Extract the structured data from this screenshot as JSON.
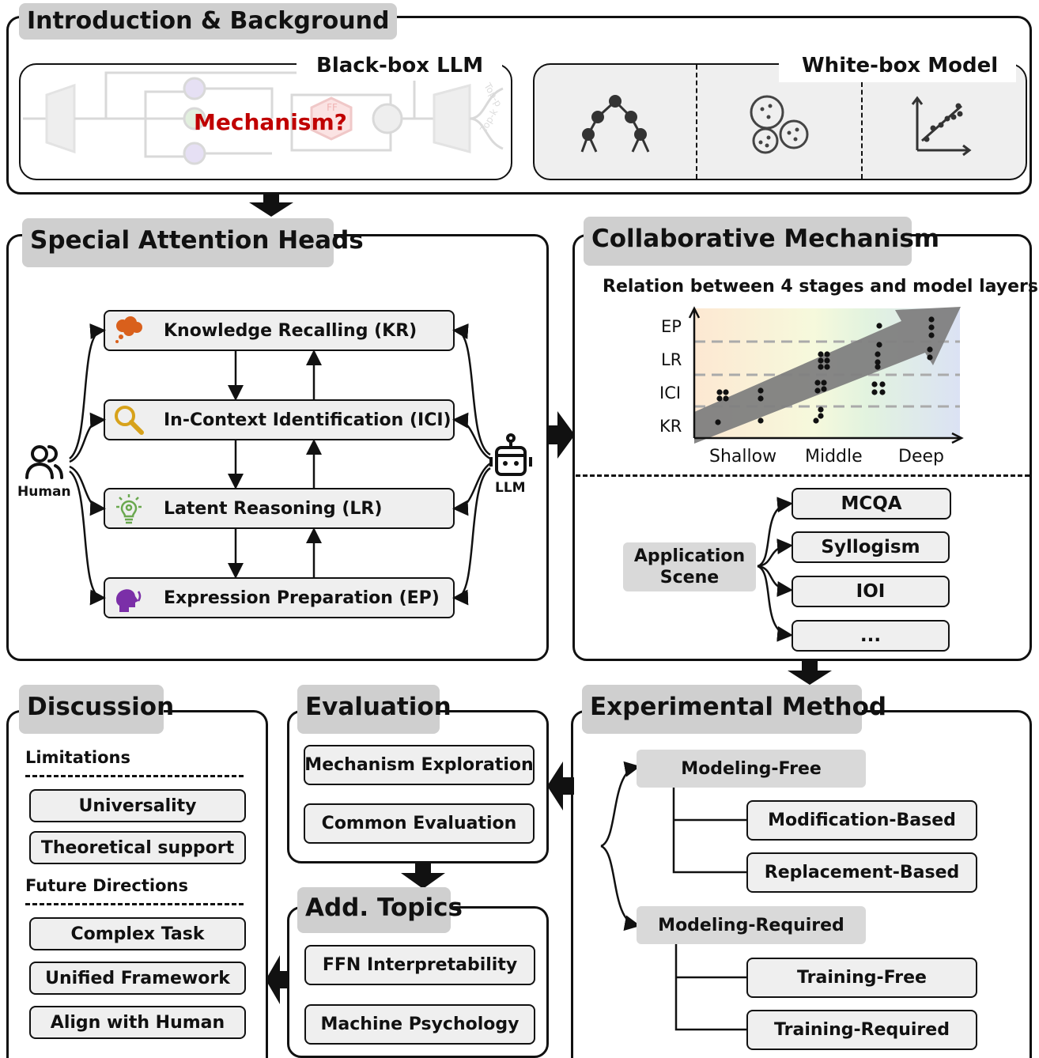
{
  "intro": {
    "title": "Introduction & Background",
    "blackbox_title": "Black-box LLM",
    "blackbox_question": "Mechanism?",
    "blackbox_faded": [
      "FF",
      "Top-p",
      "Top-k"
    ],
    "whitebox_title": "White-box Model",
    "whitebox_icons": [
      "decision-tree-icon",
      "clusters-icon",
      "regression-icon"
    ]
  },
  "heads": {
    "title": "Special Attention Heads",
    "items": [
      {
        "label": "Knowledge Recalling (KR)",
        "icon": "thought-bubble-icon",
        "color": "#d9601c"
      },
      {
        "label": "In-Context Identification (ICI)",
        "icon": "magnifier-icon",
        "color": "#d7a21b"
      },
      {
        "label": "Latent Reasoning (LR)",
        "icon": "lightbulb-gear-icon",
        "color": "#6aa84f"
      },
      {
        "label": "Expression Preparation (EP)",
        "icon": "speaking-head-icon",
        "color": "#7b2fa8"
      }
    ],
    "human_label": "Human",
    "llm_label": "LLM"
  },
  "collab": {
    "title": "Collaborative Mechanism",
    "chart_title": "Relation between 4 stages and model layers",
    "y_labels": [
      "EP",
      "LR",
      "ICI",
      "KR"
    ],
    "x_labels": [
      "Shallow",
      "Middle",
      "Deep"
    ],
    "app_label_1": "Application",
    "app_label_2": "Scene",
    "apps": [
      "MCQA",
      "Syllogism",
      "IOI",
      "..."
    ]
  },
  "chart_data": {
    "type": "scatter",
    "title": "Relation between 4 stages and model layers",
    "x_categories": [
      "Shallow",
      "Middle",
      "Deep"
    ],
    "y_categories": [
      "KR",
      "ICI",
      "LR",
      "EP"
    ],
    "trend": "increasing"
  },
  "discussion": {
    "title": "Discussion",
    "limitations_label": "Limitations",
    "limitations": [
      "Universality",
      "Theoretical support"
    ],
    "future_label": "Future Directions",
    "future": [
      "Complex Task",
      "Unified Framework",
      "Align with Human"
    ]
  },
  "evaluation": {
    "title": "Evaluation",
    "items": [
      "Mechanism Exploration",
      "Common Evaluation"
    ]
  },
  "topics": {
    "title": "Add. Topics",
    "items": [
      "FFN Interpretability",
      "Machine Psychology"
    ]
  },
  "method": {
    "title": "Experimental Method",
    "free": "Modeling-Free",
    "free_items": [
      "Modification-Based",
      "Replacement-Based"
    ],
    "required": "Modeling-Required",
    "required_items": [
      "Training-Free",
      "Training-Required"
    ]
  },
  "colors": {
    "question": "#c00000",
    "tab": "#cfcfcf",
    "box": "#efefef"
  }
}
